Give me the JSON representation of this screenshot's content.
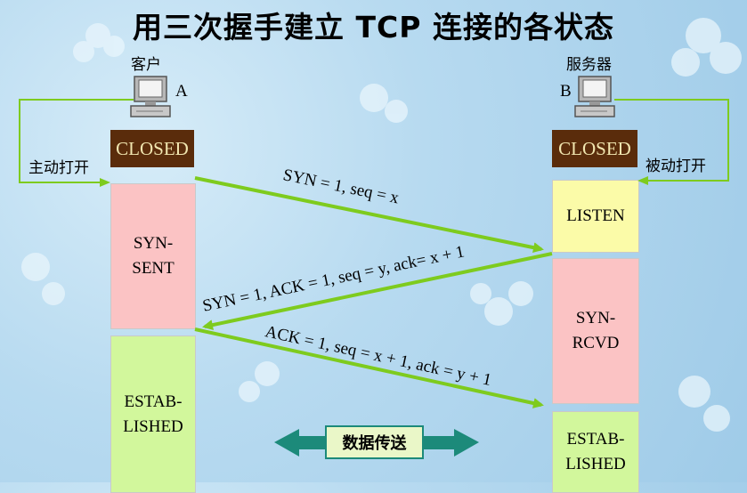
{
  "title": "用三次握手建立 TCP 连接的各状态",
  "client": {
    "label": "客户",
    "letter": "A",
    "initial_state": "CLOSED",
    "open_label": "主动打开",
    "states": [
      "SYN-\nSENT",
      "ESTAB-\nLISHED"
    ]
  },
  "server": {
    "label": "服务器",
    "letter": "B",
    "initial_state": "CLOSED",
    "open_label": "被动打开",
    "states": [
      "LISTEN",
      "SYN-\nRCVD",
      "ESTAB-\nLISHED"
    ]
  },
  "messages": [
    "SYN = 1, seq = x",
    "SYN = 1, ACK = 1, seq = y, ack= x + 1",
    "ACK = 1, seq = x + 1, ack = y + 1"
  ],
  "data_transfer_label": "数据传送",
  "colors": {
    "closed_bg": "#5a2c0b",
    "closed_text": "#f1e6b0",
    "arrow_green": "#7ecb1e",
    "transfer_teal": "#1c8a7a"
  }
}
